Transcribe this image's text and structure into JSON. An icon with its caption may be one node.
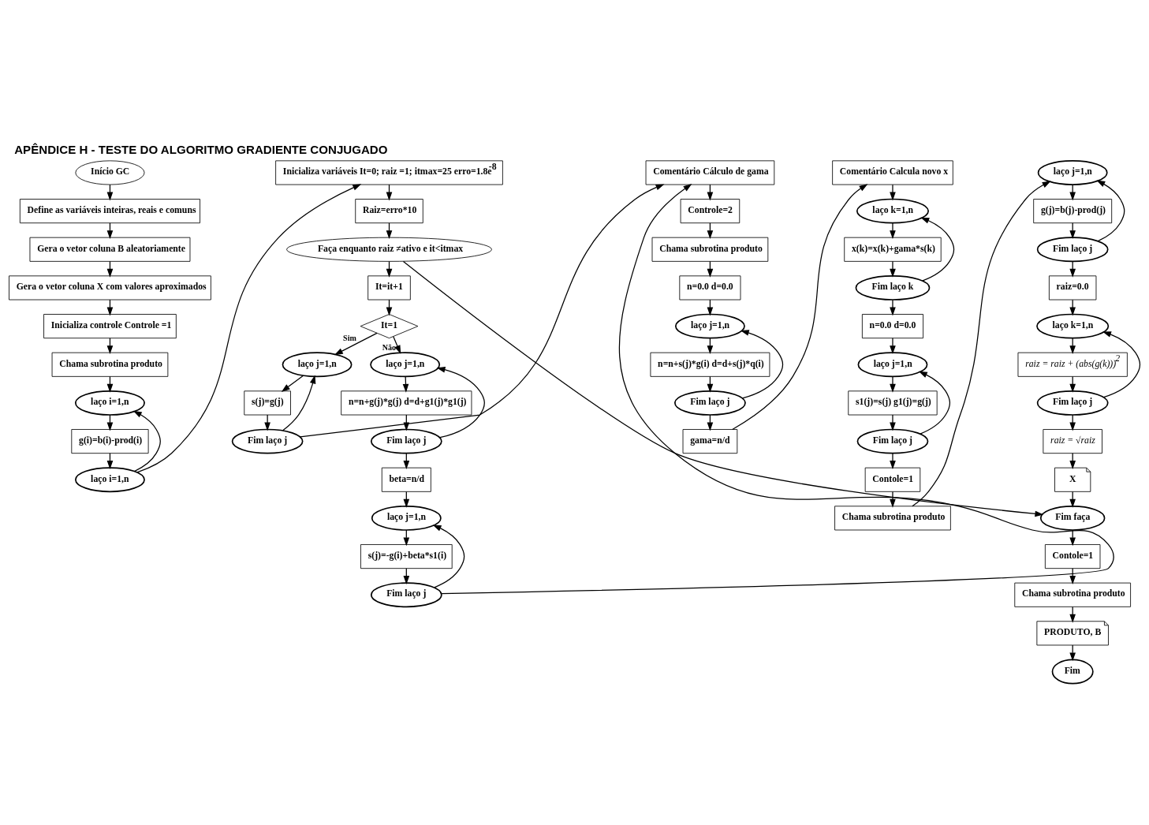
{
  "diagram": {
    "title": "APÊNDICE H - TESTE DO ALGORITMO GRADIENTE CONJUGADO",
    "nodes": [
      {
        "text": [
          "Início GC"
        ]
      },
      {
        "text": [
          "Define as variáveis inteiras, reais e comuns"
        ]
      },
      {
        "text": [
          "Gera o vetor coluna B aleatoriamente"
        ]
      },
      {
        "text": [
          "Gera o vetor coluna X com valores aproximados"
        ]
      },
      {
        "text": [
          "Inicializa controle Controle =1"
        ]
      },
      {
        "text": [
          "Chama subrotina produto"
        ]
      },
      {
        "text": [
          "laço i=1,n"
        ]
      },
      {
        "text": [
          "g(i)=b(i)-prod(i)"
        ]
      },
      {
        "text": [
          "laço i=1,n"
        ]
      },
      {
        "text": [
          "Inicializa variáveis It=0; raiz =1; itmax=25 erro=1.8e$^{-8}$"
        ]
      },
      {
        "text": [
          "Raiz=erro*10"
        ]
      },
      {
        "text": [
          "Faça enquanto raiz ≠ativo e it<itmax"
        ]
      },
      {
        "text": [
          "It=it+1"
        ]
      },
      {
        "text": [
          "It=1"
        ]
      },
      {
        "text": [
          "laço j=1,n"
        ]
      },
      {
        "text": [
          "s(j)=g(j)"
        ]
      },
      {
        "text": [
          "Fim laço j"
        ]
      },
      {
        "text": [
          "laço j=1,n"
        ]
      },
      {
        "text": [
          "n=n+g(j)*g(j) d=d+g1(j)*g1(j)"
        ]
      },
      {
        "text": [
          "Fim laço j"
        ]
      },
      {
        "text": [
          "beta=n/d"
        ]
      },
      {
        "text": [
          "laço j=1,n"
        ]
      },
      {
        "text": [
          "s(j)=-g(i)+beta*s1(i)"
        ]
      },
      {
        "text": [
          "Fim laço j"
        ]
      },
      {
        "text": [
          "Comentário Cálculo de gama"
        ]
      },
      {
        "text": [
          "Controle=2"
        ]
      },
      {
        "text": [
          "Chama subrotina produto"
        ]
      },
      {
        "text": [
          "n=0.0 d=0.0"
        ]
      },
      {
        "text": [
          "laço j=1,n"
        ]
      },
      {
        "text": [
          "n=n+s(j)*g(i) d=d+s(j)*q(i)"
        ]
      },
      {
        "text": [
          "Fim laço j"
        ]
      },
      {
        "text": [
          "gama=n/d"
        ]
      },
      {
        "text": [
          "Comentário Calcula novo x"
        ]
      },
      {
        "text": [
          "laço k=1,n"
        ]
      },
      {
        "text": [
          "x(k)=x(k)+gama*s(k)"
        ]
      },
      {
        "text": [
          "Fim laço k"
        ]
      },
      {
        "text": [
          "n=0.0 d=0.0"
        ]
      },
      {
        "text": [
          "laço j=1,n"
        ]
      },
      {
        "text": [
          "s1(j)=s(j) g1(j)=g(j)"
        ]
      },
      {
        "text": [
          "Fim laço j"
        ]
      },
      {
        "text": [
          "Contole=1"
        ]
      },
      {
        "text": [
          "Chama subrotina produto"
        ]
      },
      {
        "text": [
          "laço j=1,n"
        ]
      },
      {
        "text": [
          "g(j)=b(j)-prod(j)"
        ]
      },
      {
        "text": [
          "Fim laço j"
        ]
      },
      {
        "text": [
          "raiz=0.0"
        ]
      },
      {
        "text": [
          "laço k=1,n"
        ]
      },
      {
        "text": [
          "raiz = raiz + (abs(g(k)))$^{2}$"
        ]
      },
      {
        "text": [
          "Fim laço j"
        ]
      },
      {
        "text": [
          "raiz = √raiz"
        ]
      },
      {
        "text": [
          "X"
        ]
      },
      {
        "text": [
          "Fim faça"
        ]
      },
      {
        "text": [
          "Contole=1"
        ]
      },
      {
        "text": [
          "Chama subrotina produto"
        ]
      },
      {
        "text": [
          "PRODUTO, B"
        ]
      },
      {
        "text": [
          "Fim"
        ]
      }
    ],
    "edges": [
      {
        "from": 0,
        "to": 1,
        "arrow": "to"
      },
      {
        "from": 1,
        "to": 2,
        "arrow": "to"
      },
      {
        "from": 2,
        "to": 3,
        "arrow": "to"
      },
      {
        "from": 3,
        "to": 4,
        "arrow": "to"
      },
      {
        "from": 4,
        "to": 5,
        "arrow": "to"
      },
      {
        "from": 5,
        "to": 6,
        "arrow": "to"
      },
      {
        "from": 6,
        "to": 7,
        "arrow": "to"
      },
      {
        "from": 7,
        "to": 8,
        "arrow": "to"
      },
      {
        "from": 8,
        "to": 6,
        "arrow": "to"
      },
      {
        "from": 8,
        "to": 9,
        "arrow": "to"
      },
      {
        "from": 9,
        "to": 10,
        "arrow": "to"
      },
      {
        "from": 10,
        "to": 11,
        "arrow": "to"
      },
      {
        "from": 11,
        "to": 12,
        "arrow": "to"
      },
      {
        "from": 12,
        "to": 13,
        "arrow": "to"
      },
      {
        "from": 13,
        "to": 14,
        "arrow": "to",
        "label": "Sim"
      },
      {
        "from": 13,
        "to": 17,
        "arrow": "to",
        "label": "Não"
      },
      {
        "from": 14,
        "to": 15,
        "arrow": "to"
      },
      {
        "from": 15,
        "to": 16,
        "arrow": "to"
      },
      {
        "from": 16,
        "to": 14,
        "arrow": "to"
      },
      {
        "from": 17,
        "to": 18,
        "arrow": "to"
      },
      {
        "from": 18,
        "to": 19,
        "arrow": "to"
      },
      {
        "from": 19,
        "to": 17,
        "arrow": "to"
      },
      {
        "from": 19,
        "to": 20,
        "arrow": "to"
      },
      {
        "from": 20,
        "to": 21,
        "arrow": "to"
      },
      {
        "from": 21,
        "to": 22,
        "arrow": "to"
      },
      {
        "from": 22,
        "to": 23,
        "arrow": "to"
      },
      {
        "from": 23,
        "to": 21,
        "arrow": "to"
      },
      {
        "from": 16,
        "to": 24,
        "arrow": "to"
      },
      {
        "from": 23,
        "to": 24,
        "arrow": "to"
      },
      {
        "from": 24,
        "to": 25,
        "arrow": "to"
      },
      {
        "from": 25,
        "to": 26,
        "arrow": "to"
      },
      {
        "from": 26,
        "to": 27,
        "arrow": "to"
      },
      {
        "from": 27,
        "to": 28,
        "arrow": "to"
      },
      {
        "from": 28,
        "to": 29,
        "arrow": "to"
      },
      {
        "from": 29,
        "to": 30,
        "arrow": "to"
      },
      {
        "from": 30,
        "to": 28,
        "arrow": "to"
      },
      {
        "from": 30,
        "to": 31,
        "arrow": "to"
      },
      {
        "from": 31,
        "to": 32,
        "arrow": "to"
      },
      {
        "from": 32,
        "to": 33,
        "arrow": "to"
      },
      {
        "from": 33,
        "to": 34,
        "arrow": "to"
      },
      {
        "from": 34,
        "to": 35,
        "arrow": "to"
      },
      {
        "from": 35,
        "to": 33,
        "arrow": "to"
      },
      {
        "from": 35,
        "to": 36,
        "arrow": "to"
      },
      {
        "from": 36,
        "to": 37,
        "arrow": "to"
      },
      {
        "from": 37,
        "to": 38,
        "arrow": "to"
      },
      {
        "from": 38,
        "to": 39,
        "arrow": "to"
      },
      {
        "from": 39,
        "to": 37,
        "arrow": "to"
      },
      {
        "from": 39,
        "to": 40,
        "arrow": "to"
      },
      {
        "from": 40,
        "to": 41,
        "arrow": "to"
      },
      {
        "from": 41,
        "to": 42,
        "arrow": "to"
      },
      {
        "from": 42,
        "to": 43,
        "arrow": "to"
      },
      {
        "from": 43,
        "to": 44,
        "arrow": "to"
      },
      {
        "from": 44,
        "to": 42,
        "arrow": "to"
      },
      {
        "from": 44,
        "to": 45,
        "arrow": "to"
      },
      {
        "from": 45,
        "to": 46,
        "arrow": "to"
      },
      {
        "from": 46,
        "to": 47,
        "arrow": "to"
      },
      {
        "from": 47,
        "to": 48,
        "arrow": "to"
      },
      {
        "from": 48,
        "to": 46,
        "arrow": "to"
      },
      {
        "from": 48,
        "to": 49,
        "arrow": "to"
      },
      {
        "from": 49,
        "to": 50,
        "arrow": "to"
      },
      {
        "from": 50,
        "to": 51,
        "arrow": "to"
      },
      {
        "from": 11,
        "to": 51,
        "arrow": "to"
      },
      {
        "from": 51,
        "to": 52,
        "arrow": "to"
      },
      {
        "from": 52,
        "to": 53,
        "arrow": "to"
      },
      {
        "from": 53,
        "to": 54,
        "arrow": "to"
      },
      {
        "from": 54,
        "to": 55,
        "arrow": "to"
      }
    ]
  }
}
